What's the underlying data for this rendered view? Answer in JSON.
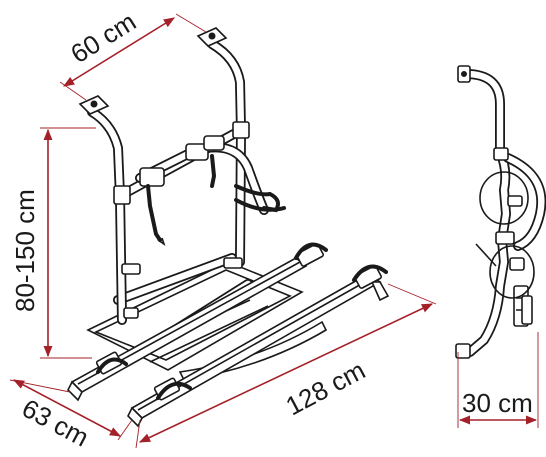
{
  "dimensions": {
    "width_top": "60 cm",
    "height": "80-150 cm",
    "width_bottom": "63 cm",
    "length": "128 cm",
    "depth_folded": "30 cm"
  },
  "colors": {
    "dimension_lines": "#a5212a",
    "linework": "#1a1a1a",
    "background": "#ffffff"
  }
}
